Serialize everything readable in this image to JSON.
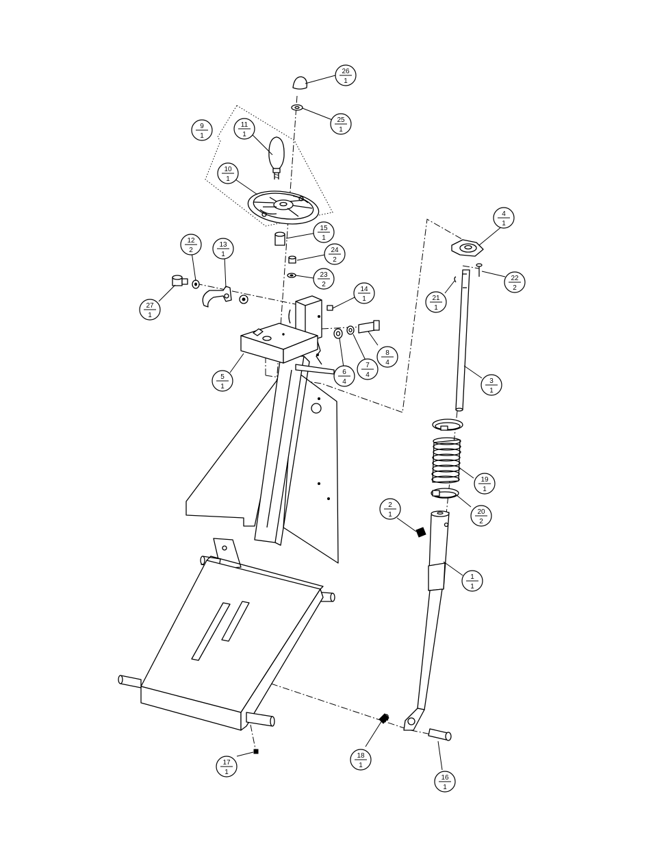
{
  "balloons": [
    {
      "id": "b26",
      "item": "26",
      "qty": "1"
    },
    {
      "id": "b25",
      "item": "25",
      "qty": "1"
    },
    {
      "id": "b9",
      "item": "9",
      "qty": "1"
    },
    {
      "id": "b11",
      "item": "11",
      "qty": "1"
    },
    {
      "id": "b10",
      "item": "10",
      "qty": "1"
    },
    {
      "id": "b15",
      "item": "15",
      "qty": "1"
    },
    {
      "id": "b24",
      "item": "24",
      "qty": "2"
    },
    {
      "id": "b23",
      "item": "23",
      "qty": "2"
    },
    {
      "id": "b12",
      "item": "12",
      "qty": "2"
    },
    {
      "id": "b13",
      "item": "13",
      "qty": "1"
    },
    {
      "id": "b27",
      "item": "27",
      "qty": "1"
    },
    {
      "id": "b14",
      "item": "14",
      "qty": "1"
    },
    {
      "id": "b6",
      "item": "6",
      "qty": "4"
    },
    {
      "id": "b7",
      "item": "7",
      "qty": "4"
    },
    {
      "id": "b8",
      "item": "8",
      "qty": "4"
    },
    {
      "id": "b5",
      "item": "5",
      "qty": "1"
    },
    {
      "id": "b4",
      "item": "4",
      "qty": "1"
    },
    {
      "id": "b21",
      "item": "21",
      "qty": "1"
    },
    {
      "id": "b22",
      "item": "22",
      "qty": "2"
    },
    {
      "id": "b3",
      "item": "3",
      "qty": "1"
    },
    {
      "id": "b19",
      "item": "19",
      "qty": "1"
    },
    {
      "id": "b20",
      "item": "20",
      "qty": "2"
    },
    {
      "id": "b2",
      "item": "2",
      "qty": "1"
    },
    {
      "id": "b1",
      "item": "1",
      "qty": "1"
    },
    {
      "id": "b17",
      "item": "17",
      "qty": "1"
    },
    {
      "id": "b18",
      "item": "18",
      "qty": "1"
    },
    {
      "id": "b16",
      "item": "16",
      "qty": "1"
    }
  ]
}
